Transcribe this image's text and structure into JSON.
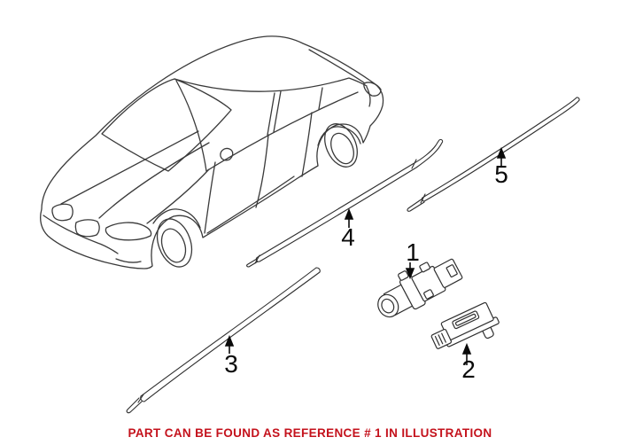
{
  "diagram": {
    "type": "parts-illustration",
    "background_color": "#ffffff",
    "line_color": "#3a3a3a",
    "ref_labels": [
      {
        "text": "1"
      },
      {
        "text": "2"
      },
      {
        "text": "3"
      },
      {
        "text": "4"
      },
      {
        "text": "5"
      }
    ]
  },
  "caption": {
    "text": "PART CAN BE FOUND AS REFERENCE # 1 IN ILLUSTRATION",
    "color": "#c4121c"
  }
}
